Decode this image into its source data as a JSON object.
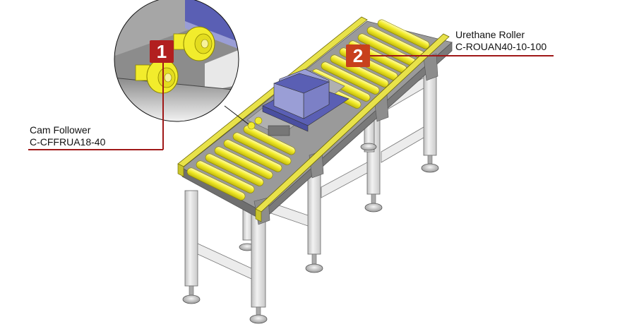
{
  "diagram": {
    "subject": "Roller conveyor assembly",
    "colors": {
      "roller": "#f2ec2c",
      "frame": "#8c8c8c",
      "leg": "#e6e6e6",
      "box_top": "#5a5fb4",
      "box_side": "#9a9ed6",
      "badge_1": "#b21f1f",
      "badge_2": "#c8401c",
      "leader_line": "#a01818"
    }
  },
  "callouts": [
    {
      "number": "1",
      "name": "Cam Follower",
      "part_number": "C-CFFRUA18-40"
    },
    {
      "number": "2",
      "name": "Urethane Roller",
      "part_number": "C-ROUAN40-10-100"
    }
  ],
  "magnifier": {
    "shows": "Cam followers detail"
  }
}
